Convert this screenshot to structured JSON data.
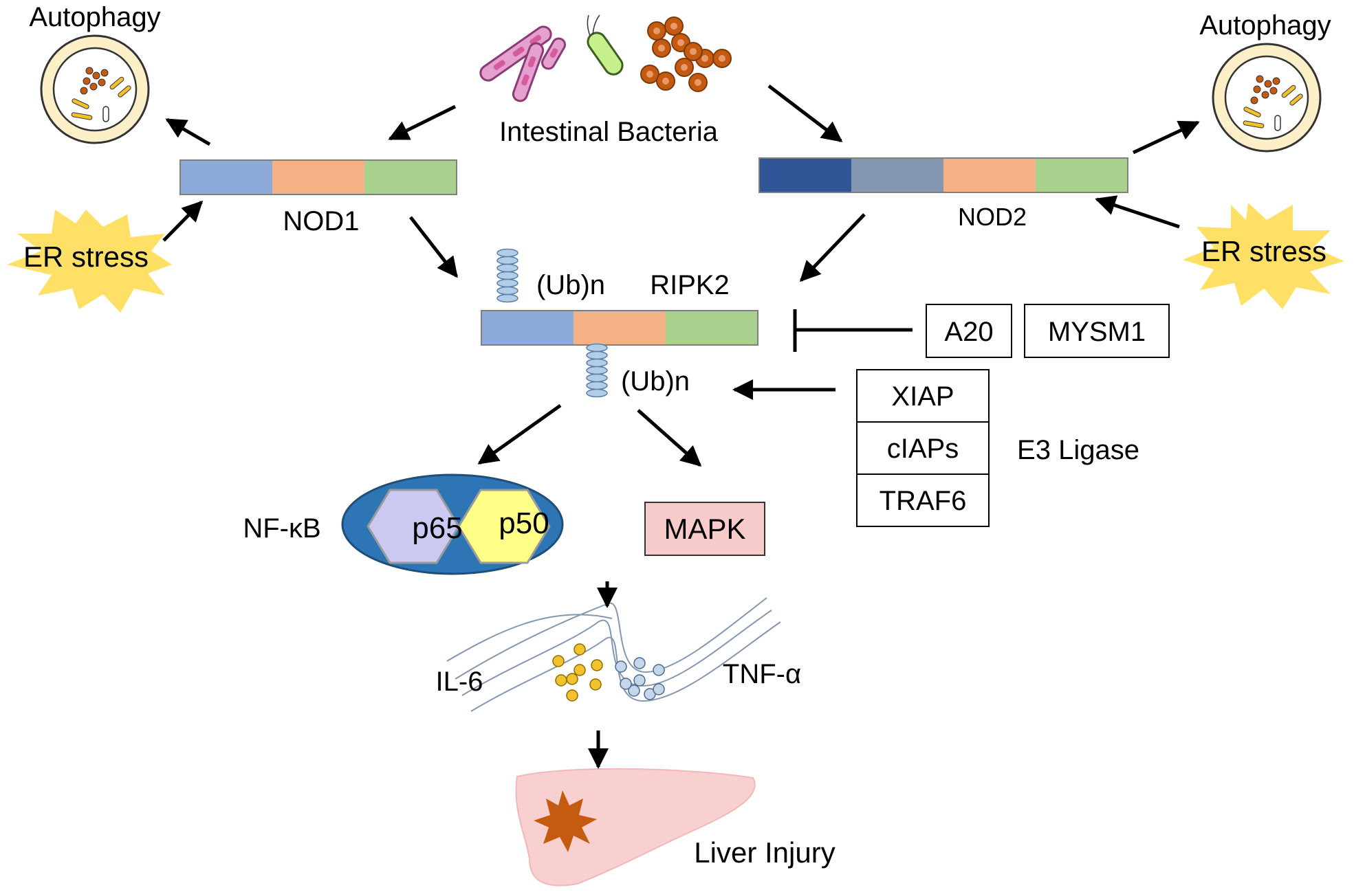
{
  "labels": {
    "autophagy_left": "Autophagy",
    "autophagy_right": "Autophagy",
    "intestinal_bacteria": "Intestinal Bacteria",
    "nod1": "NOD1",
    "nod2": "NOD2",
    "er_stress_left": "ER stress",
    "er_stress_right": "ER stress",
    "ub_top": "(Ub)n",
    "ub_bottom": "(Ub)n",
    "ripk2": "RIPK2",
    "a20": "A20",
    "mysm1": "MYSM1",
    "xiap": "XIAP",
    "ciaps": "cIAPs",
    "traf6": "TRAF6",
    "e3_ligase": "E3 Ligase",
    "nfkb": "NF-κB",
    "p65": "p65",
    "p50": "p50",
    "mapk": "MAPK",
    "il6": "IL-6",
    "tnf": "TNF-α",
    "liver_injury": "Liver Injury"
  },
  "colors": {
    "domain_blue": "#8eaadb",
    "domain_orange": "#f4b183",
    "domain_green": "#a9d18e",
    "domain_darkblue": "#2f5597",
    "domain_grayblue": "#8497b0",
    "nfkb_oval": "#2e75b6",
    "p65_fill": "#c9c9f2",
    "p50_fill": "#ffff88",
    "mapk_fill": "#f8cbcb",
    "starburst": "#ffe066",
    "autophagy_ring": "#fdf0c8",
    "ubiquitin": "#b4cde6",
    "il6_dot": "#f2c12e",
    "tnf_dot": "#c6d6ea",
    "liver": "#f8d0d0",
    "injury": "#c55a11"
  }
}
